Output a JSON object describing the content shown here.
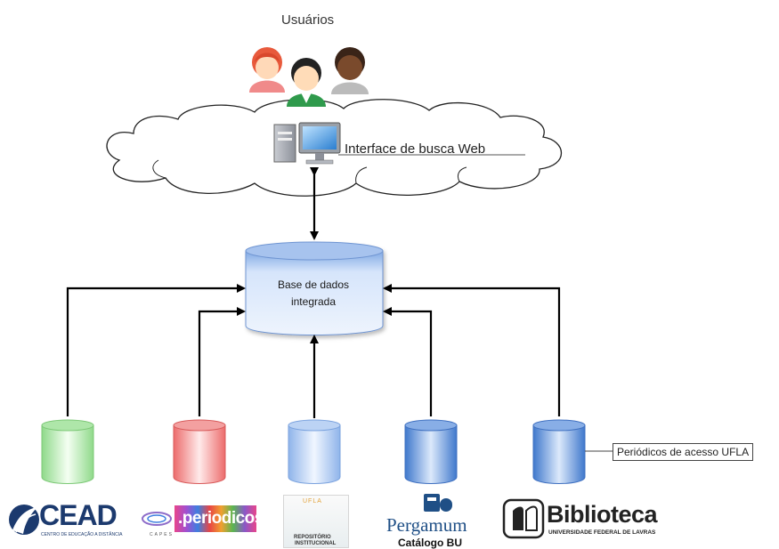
{
  "users": {
    "title": "Usuários",
    "icon_names": [
      "user-woman-icon",
      "user-man-icon",
      "user-man-dark-icon"
    ]
  },
  "interface": {
    "label": "Interface de busca Web",
    "icon": "computer-icon"
  },
  "database": {
    "line1": "Base de dados",
    "line2": "integrada"
  },
  "sources": [
    {
      "name": "cead",
      "color": "#7fd37a"
    },
    {
      "name": "periodicos",
      "color": "#ea6b6b"
    },
    {
      "name": "repositorio",
      "color": "#8fb4ea"
    },
    {
      "name": "pergamum",
      "color": "#4f86d6"
    },
    {
      "name": "biblioteca",
      "color": "#4f86d6"
    }
  ],
  "callout": {
    "text": "Periódicos de acesso UFLA"
  },
  "logos": {
    "cead": {
      "text": "CEAD",
      "subtitle": "CENTRO DE EDUCAÇÃO A DISTÂNCIA"
    },
    "periodicos": {
      "text": ".periodicos.",
      "subtitle": "CAPES"
    },
    "repositorio": {
      "top": "UFLA",
      "line1": "REPOSITÓRIO",
      "line2": "INSTITUCIONAL"
    },
    "pergamum": {
      "text": "Pergamum",
      "subtitle": "Catálogo BU"
    },
    "biblioteca": {
      "text": "Biblioteca",
      "subtitle": "UNIVERSIDADE FEDERAL DE LAVRAS"
    }
  }
}
